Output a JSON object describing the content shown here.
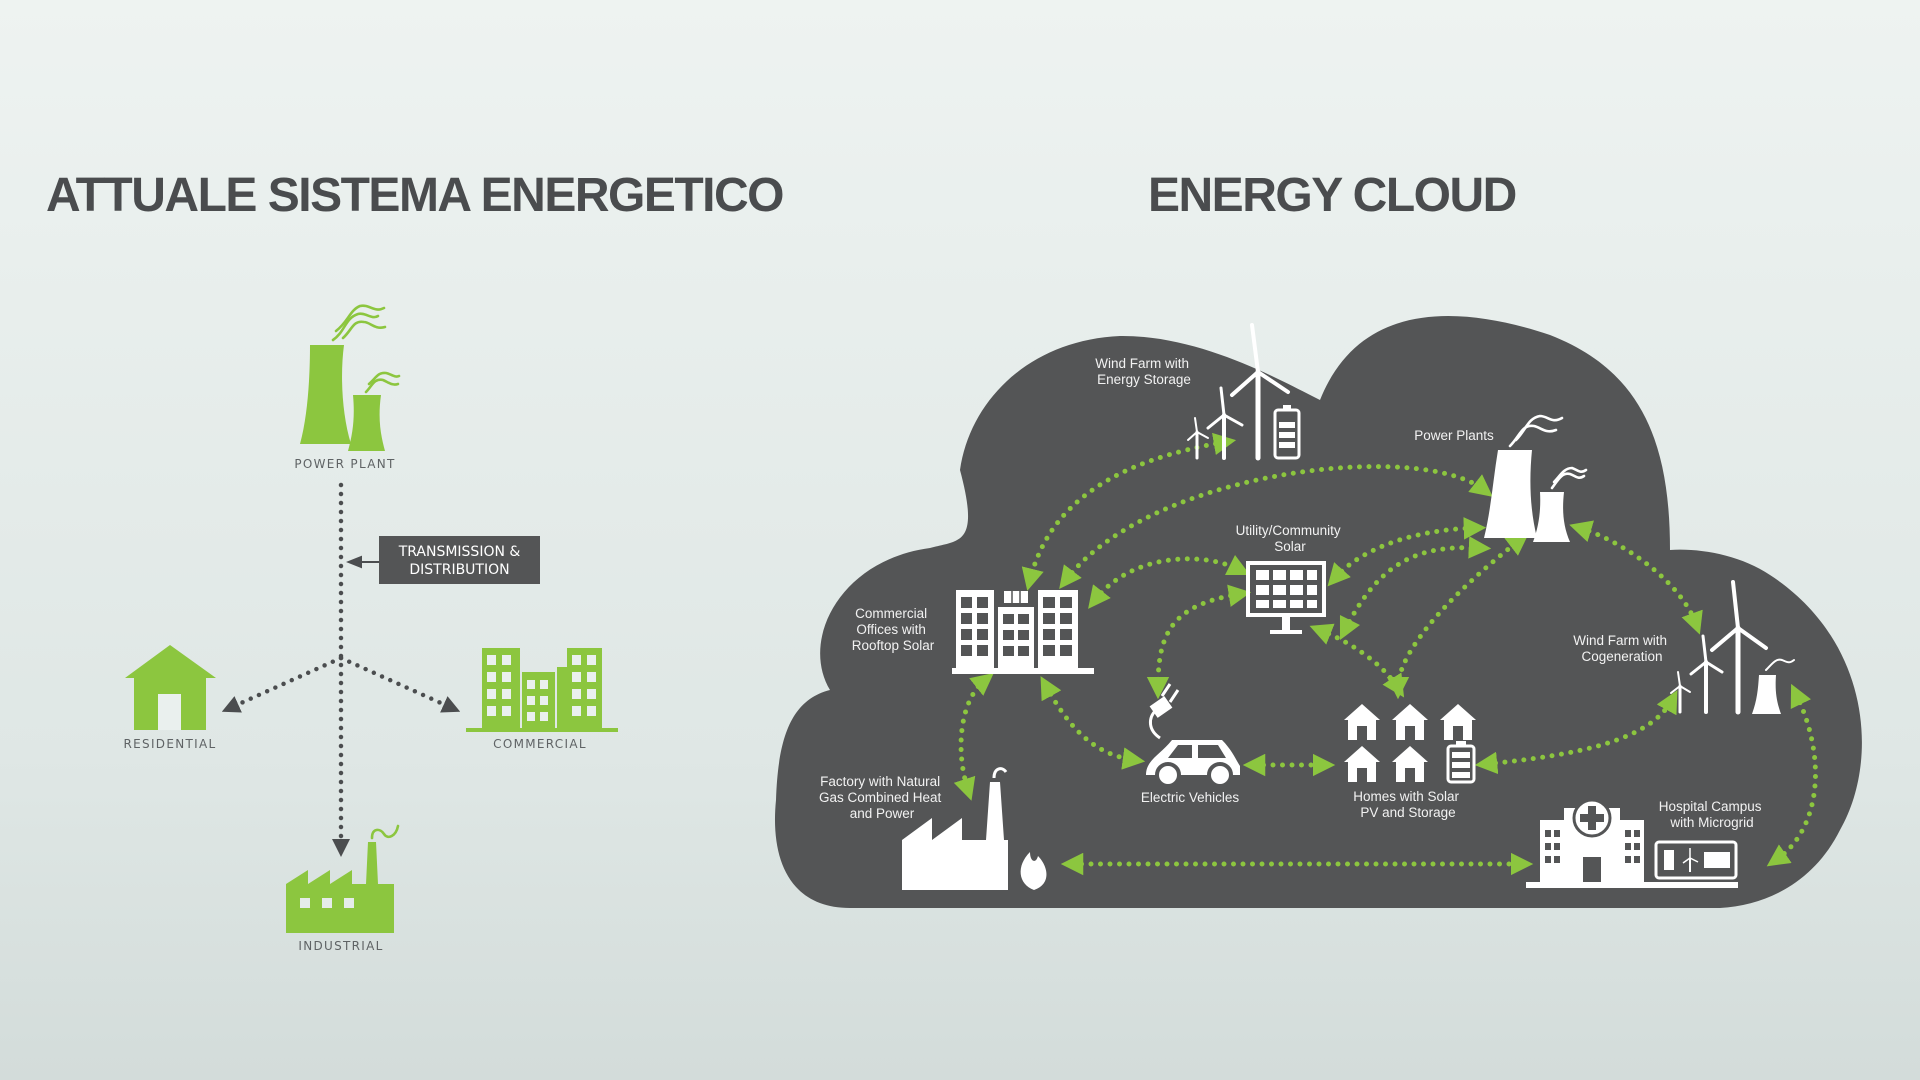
{
  "titles": {
    "left": "ATTUALE SISTEMA ENERGETICO",
    "right": "ENERGY CLOUD"
  },
  "left_diagram": {
    "power_plant": "POWER PLANT",
    "transmission": [
      "TRANSMISSION &",
      "DISTRIBUTION"
    ],
    "residential": "RESIDENTIAL",
    "commercial": "COMMERCIAL",
    "industrial": "INDUSTRIAL"
  },
  "cloud": {
    "wind_storage": [
      "Wind Farm with",
      "Energy Storage"
    ],
    "power_plants": "Power Plants",
    "utility_solar": [
      "Utility/Community",
      "Solar"
    ],
    "commercial_offices": [
      "Commercial",
      "Offices with",
      "Rooftop Solar"
    ],
    "wind_cogen": [
      "Wind Farm with",
      "Cogeneration"
    ],
    "factory": [
      "Factory with Natural",
      "Gas Combined Heat",
      "and Power"
    ],
    "electric_vehicles": "Electric Vehicles",
    "homes": [
      "Homes with Solar",
      "PV and Storage"
    ],
    "hospital": [
      "Hospital Campus",
      "with Microgrid"
    ]
  },
  "colors": {
    "accent_green": "#8cc63f",
    "cloud_fill": "#545556",
    "label_box": "#545556",
    "title_text": "#4a4c4e"
  }
}
